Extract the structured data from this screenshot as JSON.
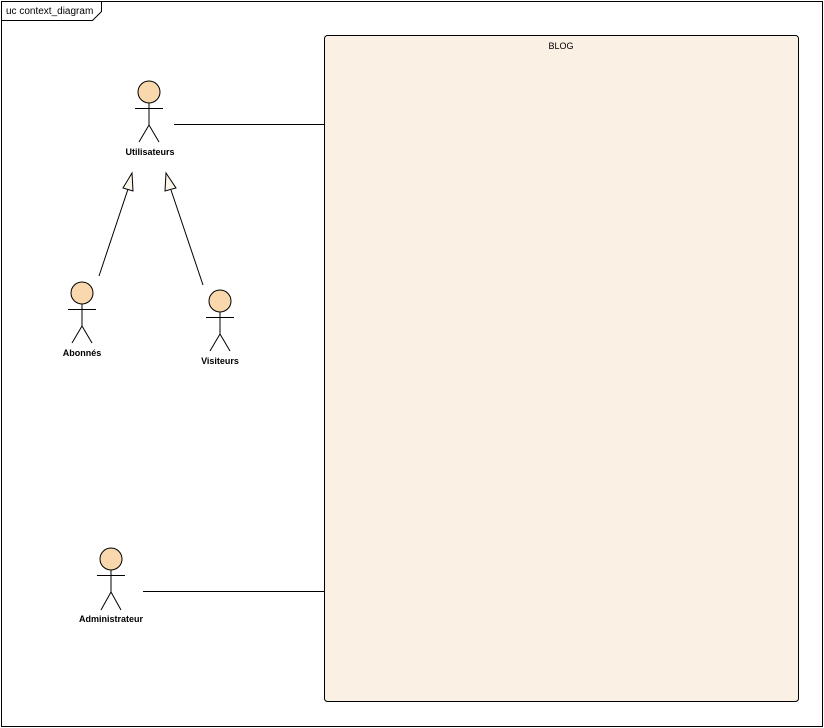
{
  "frame": {
    "label": "uc context_diagram"
  },
  "system": {
    "name": "BLOG"
  },
  "actors": {
    "utilisateurs": "Utilisateurs",
    "abonnes": "Abonnés",
    "visiteurs": "Visiteurs",
    "administrateur": "Administrateur"
  },
  "colors": {
    "boundary_fill": "#FAF0E3",
    "actor_head_fill": "#F9D8AE",
    "generalization_arrow_fill": "#FAF5E8",
    "line": "#000000"
  }
}
